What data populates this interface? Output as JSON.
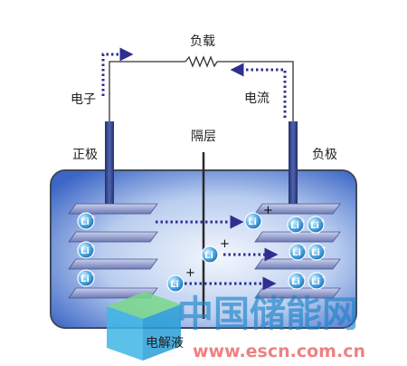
{
  "labels": {
    "load": "负载",
    "electron": "电子",
    "current": "电流",
    "separator": "隔层",
    "positive": "正极",
    "negative": "负极",
    "electrolyte": "电解液"
  },
  "ion": {
    "symbol": "Li",
    "charge": "+"
  },
  "watermark": {
    "cn": "中国储能网",
    "url": "www.escn.com.cn"
  },
  "colors": {
    "cell_border": "#3f4a5a",
    "cell_fill_light": "#e8f0fb",
    "cell_fill_dark": "#3b63c4",
    "electrode": "#3a4b8f",
    "plate": "#8b96c8",
    "arrow": "#2f2f8f",
    "ion": "#2f8fd0",
    "wire": "#333333"
  }
}
